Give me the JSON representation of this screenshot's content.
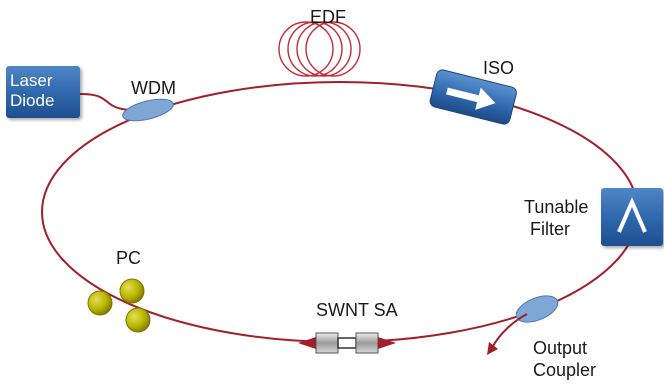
{
  "labels": {
    "laser_diode_line1": "Laser",
    "laser_diode_line2": "Diode",
    "wdm": "WDM",
    "edf": "EDF",
    "iso": "ISO",
    "tunable_filter_line1": "Tunable",
    "tunable_filter_line2": "Filter",
    "pc": "PC",
    "swnt_sa": "SWNT SA",
    "output_coupler_line1": "Output",
    "output_coupler_line2": "Coupler"
  },
  "colors": {
    "fiber": "#a11f2b",
    "component_blue": "#2d66ab",
    "coupler_fill": "#7fa7d6",
    "pc_paddle": "#b9b400",
    "text": "#1a1a1a"
  },
  "icons": {
    "isolator": "right-arrow-icon",
    "tunable_filter": "caret-up-icon"
  }
}
